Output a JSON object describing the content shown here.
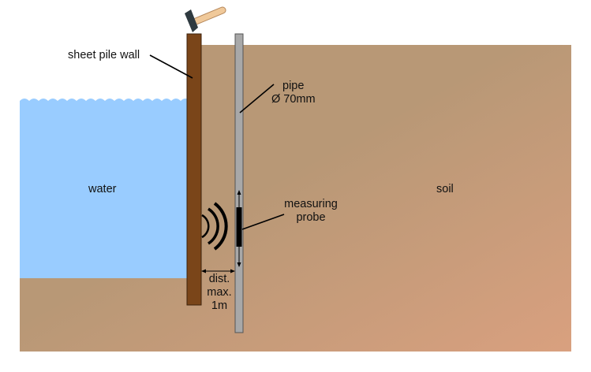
{
  "labels": {
    "sheet_pile_wall": "sheet pile wall",
    "pipe_line1": "pipe",
    "pipe_line2": "Ø 70mm",
    "water": "water",
    "soil": "soil",
    "probe_line1": "measuring",
    "probe_line2": "probe",
    "dist_line1": "dist.",
    "dist_line2": "max.",
    "dist_line3": "1m"
  },
  "colors": {
    "water": "#99ccff",
    "soil_light": "#b89876",
    "soil_dark": "#d9a07f",
    "sheet_pile": "#7a4519",
    "pipe": "#a8a8a8",
    "hammer_head": "#2f3a40",
    "hammer_handle": "#f0c99a"
  },
  "icons": [
    "hammer-icon",
    "sound-wave-icon"
  ]
}
